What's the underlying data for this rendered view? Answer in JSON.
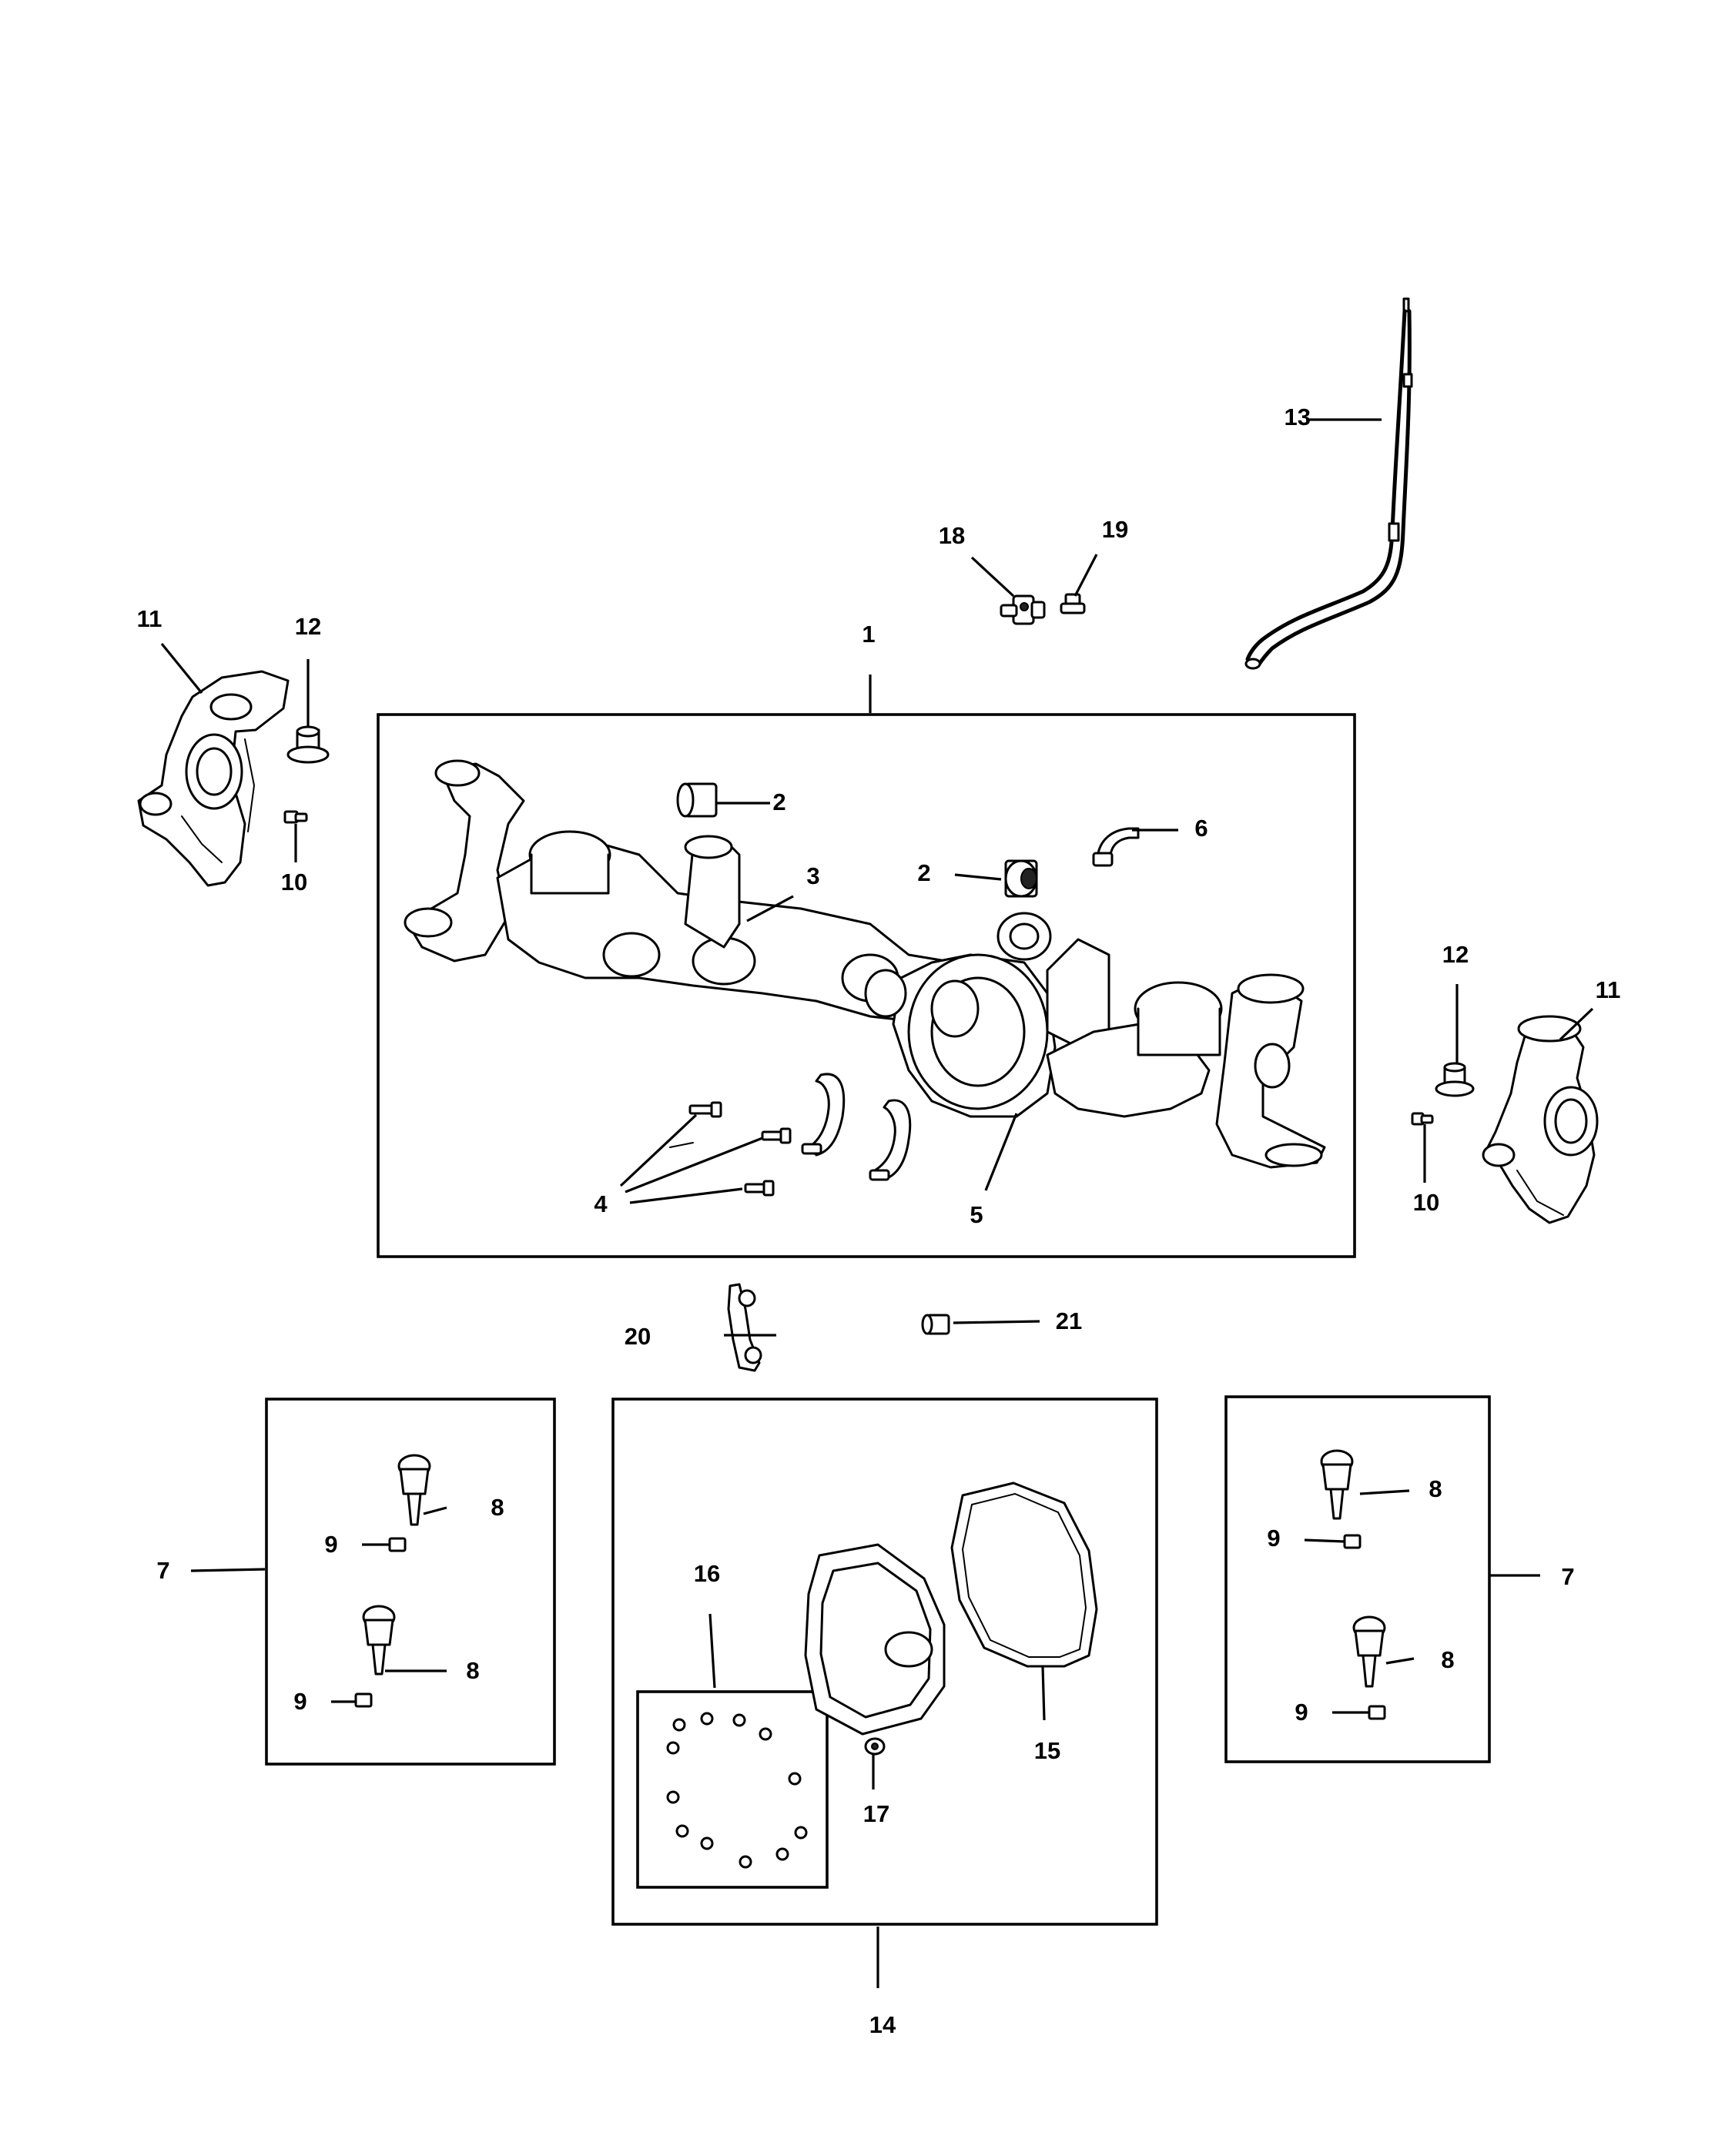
{
  "callouts": {
    "c1": "1",
    "c2a": "2",
    "c2b": "2",
    "c3": "3",
    "c4": "4",
    "c5": "5",
    "c6": "6",
    "c7a": "7",
    "c7b": "7",
    "c8a": "8",
    "c8b": "8",
    "c8c": "8",
    "c8d": "8",
    "c9a": "9",
    "c9b": "9",
    "c9c": "9",
    "c9d": "9",
    "c10a": "10",
    "c10b": "10",
    "c11a": "11",
    "c11b": "11",
    "c12a": "12",
    "c12b": "12",
    "c13": "13",
    "c14": "14",
    "c15": "15",
    "c16": "16",
    "c17": "17",
    "c18": "18",
    "c19": "19",
    "c20": "20",
    "c21": "21"
  }
}
